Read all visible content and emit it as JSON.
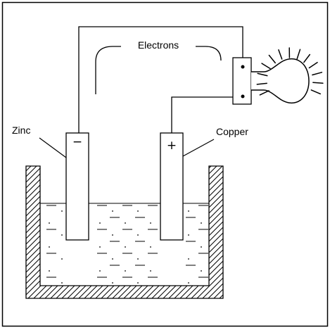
{
  "labels": {
    "electrons": "Electrons",
    "zinc": "Zinc",
    "copper": "Copper",
    "minus": "−",
    "plus": "+"
  },
  "colors": {
    "ink": "#000000",
    "paper": "#ffffff"
  },
  "icons": {
    "bulb": "light-bulb-icon",
    "rays": "light-rays-icon"
  }
}
